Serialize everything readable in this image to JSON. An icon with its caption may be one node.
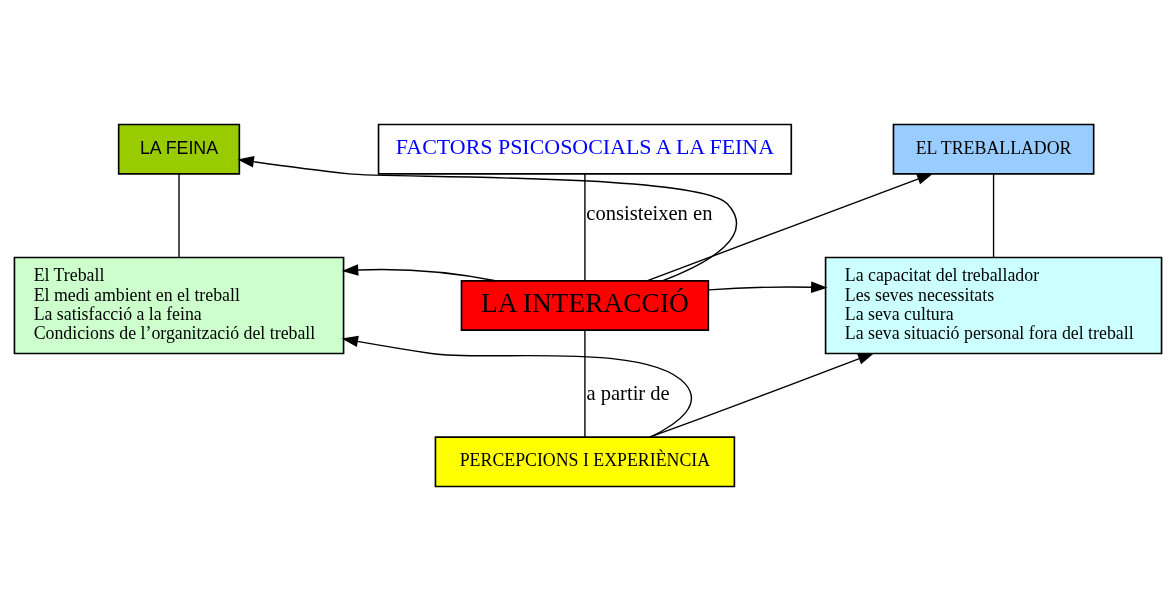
{
  "diagram": {
    "nodes": [
      {
        "text": [
          "FACTORS PSICOSOCIALS A LA FEINA"
        ]
      },
      {
        "text": [
          "LA FEINA"
        ]
      },
      {
        "text": [
          "EL TREBALLADOR"
        ]
      },
      {
        "text": [
          "El Treball",
          "El medi ambient en el treball",
          "La satisfacció a la feina",
          "Condicions de l’organització del treball"
        ]
      },
      {
        "text": [
          "LA INTERACCIÓ"
        ]
      },
      {
        "text": [
          "La capacitat del treballador",
          "Les seves necessitats",
          "La seva cultura",
          "La seva situació personal fora del treball"
        ]
      },
      {
        "text": [
          "PERCEPCIONS I EXPERIÈNCIA"
        ]
      }
    ],
    "edges": [
      {
        "from": 0,
        "to": 4,
        "arrow": "none",
        "label": "consisteixen en"
      },
      {
        "from": 1,
        "to": 3,
        "arrow": "none"
      },
      {
        "from": 2,
        "to": 5,
        "arrow": "none"
      },
      {
        "from": 4,
        "to": 1,
        "arrow": "to"
      },
      {
        "from": 4,
        "to": 2,
        "arrow": "to"
      },
      {
        "from": 4,
        "to": 3,
        "arrow": "to"
      },
      {
        "from": 4,
        "to": 5,
        "arrow": "to"
      },
      {
        "from": 4,
        "to": 6,
        "arrow": "none",
        "label": "a partir de"
      },
      {
        "from": 6,
        "to": 3,
        "arrow": "to"
      },
      {
        "from": 6,
        "to": 5,
        "arrow": "to"
      }
    ]
  }
}
